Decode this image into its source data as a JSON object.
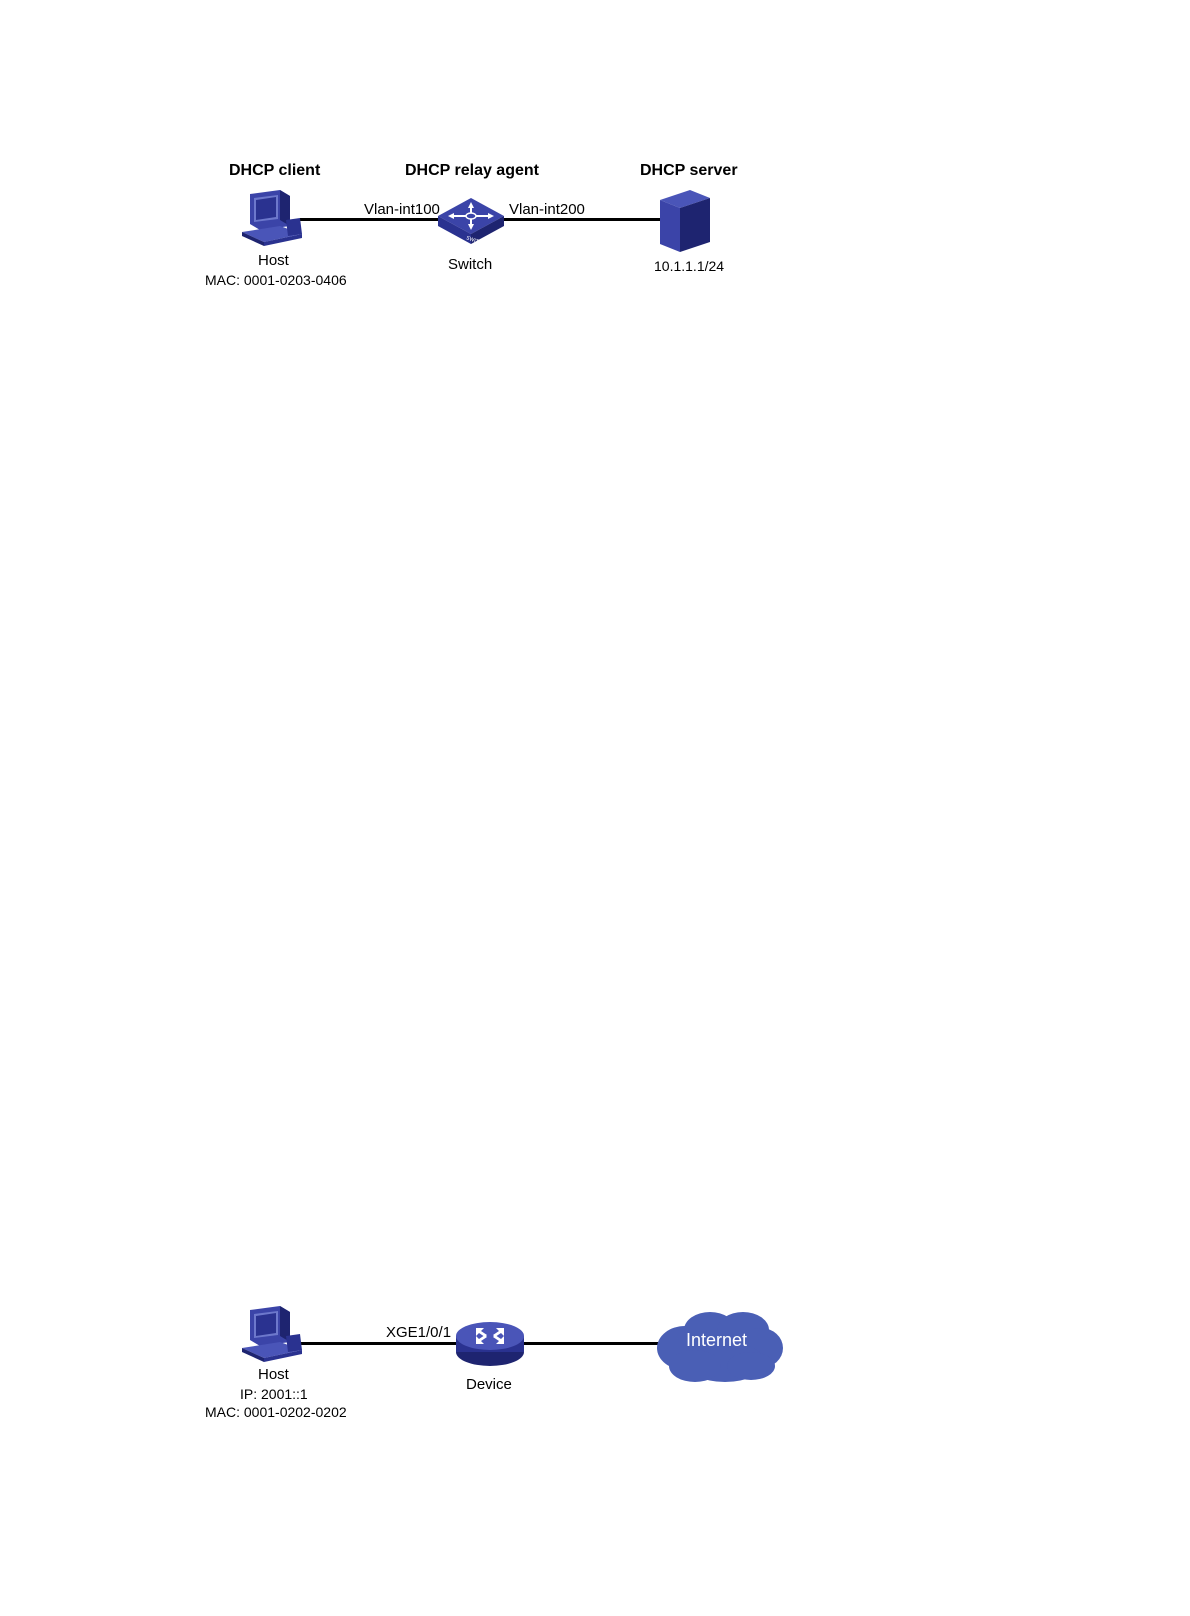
{
  "diagram1": {
    "client_heading": "DHCP client",
    "relay_heading": "DHCP relay agent",
    "server_heading": "DHCP server",
    "host_label": "Host",
    "host_mac": "MAC: 0001-0203-0406",
    "switch_label": "Switch",
    "switch_text": "SWITCH",
    "if_left": "Vlan-int100",
    "if_right": "Vlan-int200",
    "server_ip": "10.1.1.1/24"
  },
  "diagram2": {
    "host_label": "Host",
    "host_ip": "IP: 2001::1",
    "host_mac": "MAC: 0001-0202-0202",
    "interface": "XGE1/0/1",
    "device_label": "Device",
    "cloud_label": "Internet"
  },
  "colors": {
    "device_blue": "#3b44a8",
    "device_dark": "#1e2470",
    "cloud_blue": "#4a5fb5"
  }
}
